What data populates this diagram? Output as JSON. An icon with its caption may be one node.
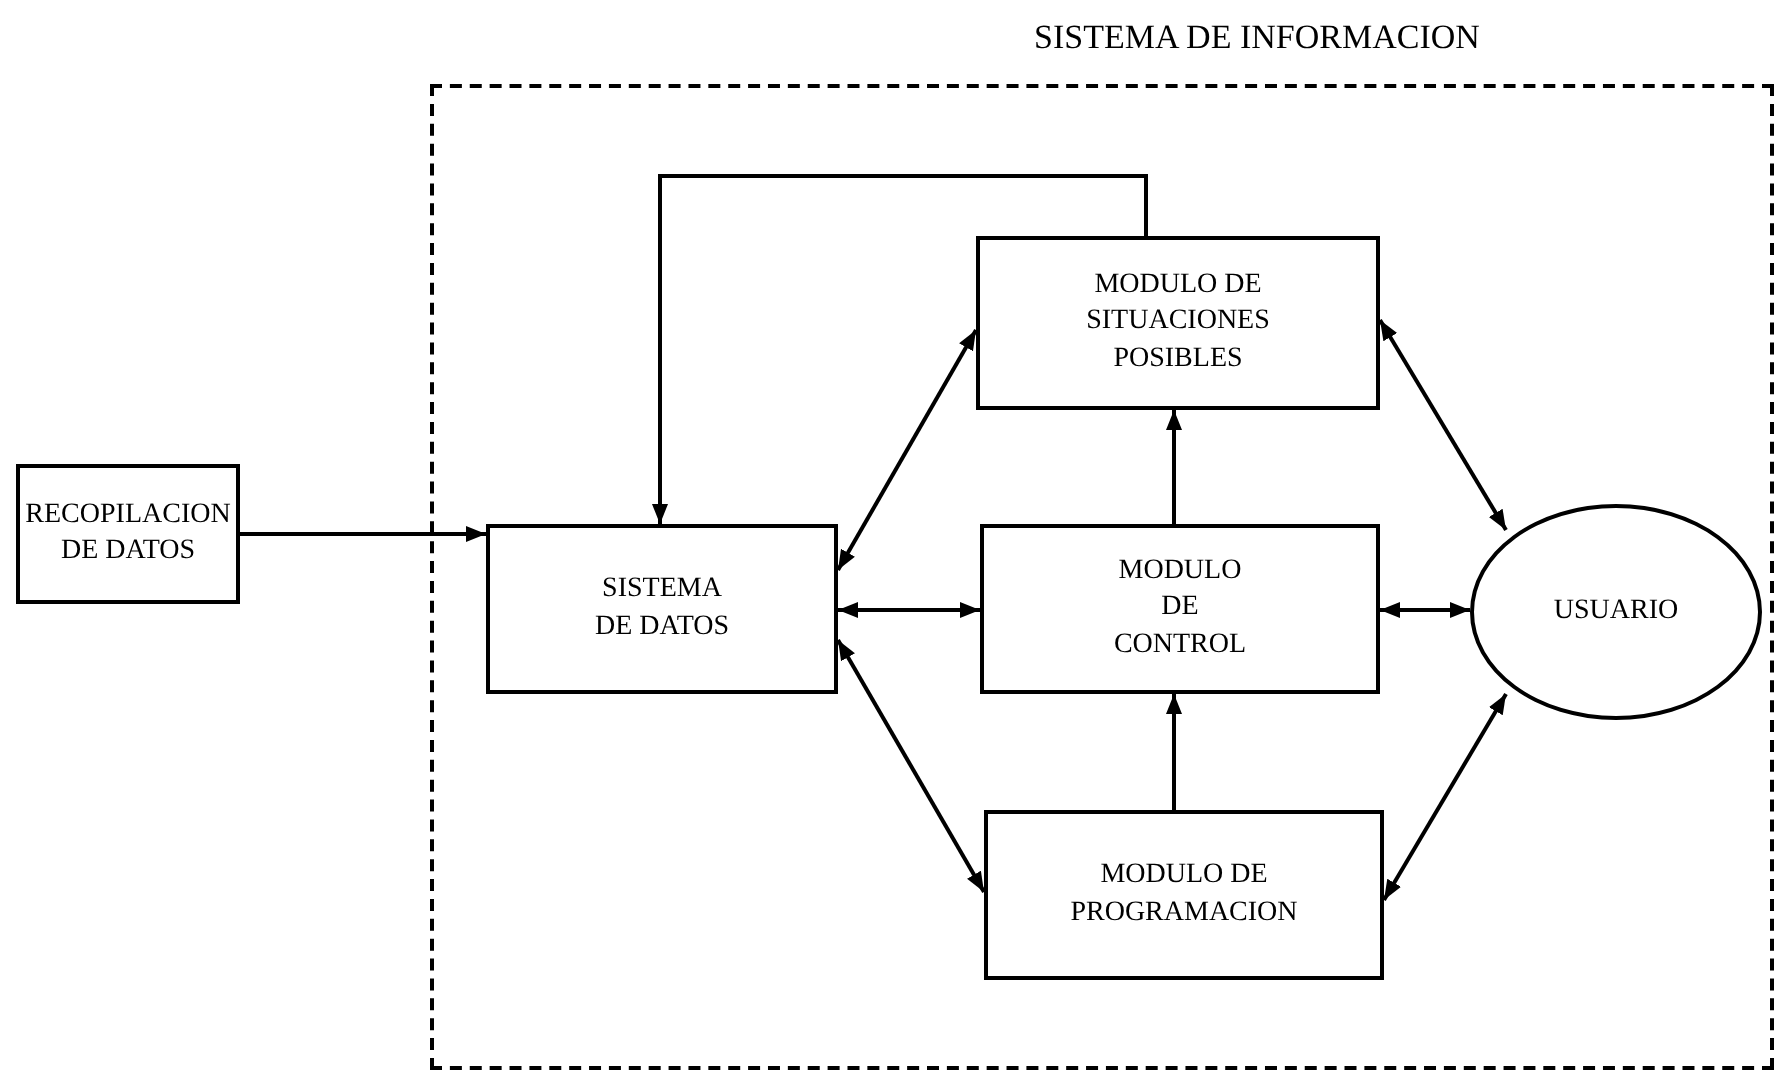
{
  "diagram": {
    "nodes": [
      {
        "text": [
          "SISTEMA DE INFORMACION"
        ]
      },
      {
        "text": [
          "RECOPILACION DE DATOS"
        ]
      },
      {
        "text": [
          "SISTEMA DE DATOS"
        ],
        "in": 0
      },
      {
        "text": [
          "MODULO DE SITUACIONES POSIBLES"
        ],
        "in": 0
      },
      {
        "text": [
          "MODULO DE CONTROL"
        ],
        "in": 0
      },
      {
        "text": [
          "MODULO DE PROGRAMACION"
        ],
        "in": 0
      },
      {
        "text": [
          "USUARIO"
        ],
        "in": 0
      }
    ],
    "edges": [
      {
        "from": 1,
        "to": 2,
        "arrow": "to"
      },
      {
        "from": 3,
        "to": 2,
        "arrow": "to"
      },
      {
        "from": 2,
        "to": 3,
        "arrow": "both"
      },
      {
        "from": 2,
        "to": 4,
        "arrow": "both"
      },
      {
        "from": 2,
        "to": 5,
        "arrow": "both"
      },
      {
        "from": 4,
        "to": 3,
        "arrow": "to"
      },
      {
        "from": 5,
        "to": 4,
        "arrow": "to"
      },
      {
        "from": 3,
        "to": 6,
        "arrow": "both"
      },
      {
        "from": 4,
        "to": 6,
        "arrow": "both"
      },
      {
        "from": 5,
        "to": 6,
        "arrow": "both"
      }
    ]
  }
}
